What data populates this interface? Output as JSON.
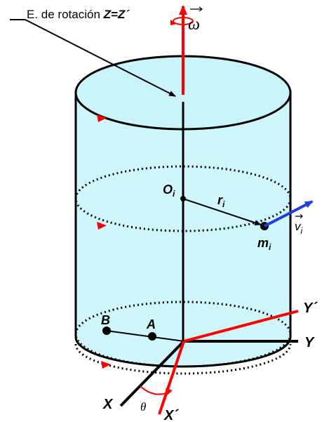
{
  "caption": {
    "prefix": "E. de rotación ",
    "axis_eq": "Z=Z´"
  },
  "labels": {
    "omega": "ω",
    "O": "O",
    "O_sub": "i",
    "r": "r",
    "r_sub": "i",
    "m": "m",
    "m_sub": "i",
    "v": "v",
    "v_sub": "i",
    "A": "A",
    "B": "B",
    "X": "X",
    "X_prime": "X´",
    "Y": "Y",
    "Y_prime": "Y´",
    "theta": "θ"
  },
  "colors": {
    "cylinder_fill": "#cff7fb",
    "cylinder_fill_dark": "#bdeff5",
    "axis_red": "#ff0000",
    "velocity_blue": "#1f3fe0",
    "outline": "#000000"
  }
}
